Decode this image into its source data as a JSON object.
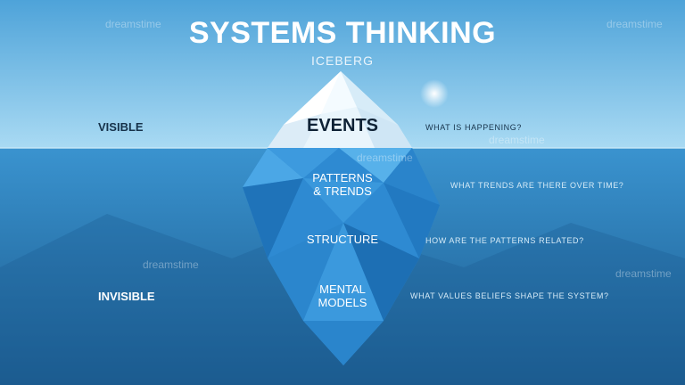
{
  "title": "SYSTEMS THINKING",
  "subtitle": "ICEBERG",
  "zones": {
    "visible": "VISIBLE",
    "invisible": "INVISIBLE"
  },
  "layers": [
    {
      "label": "EVENTS",
      "question": "WHAT IS HAPPENING?"
    },
    {
      "label_line1": "PATTERNS",
      "label_line2": "& TRENDS",
      "question": "WHAT TRENDS ARE THERE OVER TIME?"
    },
    {
      "label": "STRUCTURE",
      "question": "HOW ARE THE PATTERNS RELATED?"
    },
    {
      "label_line1": "MENTAL",
      "label_line2": "MODELS",
      "question": "WHAT VALUES BELIEFS SHAPE THE SYSTEM?"
    }
  ],
  "watermark": "dreamstime",
  "colors": {
    "sky": "#7fc3e8",
    "water_top": "#3a93cf",
    "water_bottom": "#1d5f93",
    "ice_tip": "#ffffff",
    "ice_body": "#2f8fd6"
  }
}
